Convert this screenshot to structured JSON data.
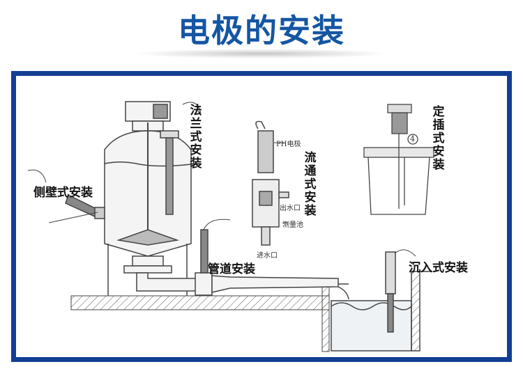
{
  "title": "电极的安装",
  "labels": {
    "side_wall": "侧壁式安装",
    "flange": "法兰式安装",
    "pipeline": "管道安装",
    "flow_through": "流通式安装",
    "fixed_insert": "定插式安装",
    "submerged": "沉入式安装"
  },
  "flow_cell": {
    "ph_electrode": "PH电极",
    "water_outlet": "出水口",
    "measuring_cell": "测量池",
    "water_inlet": "进水口"
  },
  "callout_number": "4",
  "colors": {
    "title": "#1556a3",
    "frame_border": "#123f94",
    "line": "#444444"
  }
}
